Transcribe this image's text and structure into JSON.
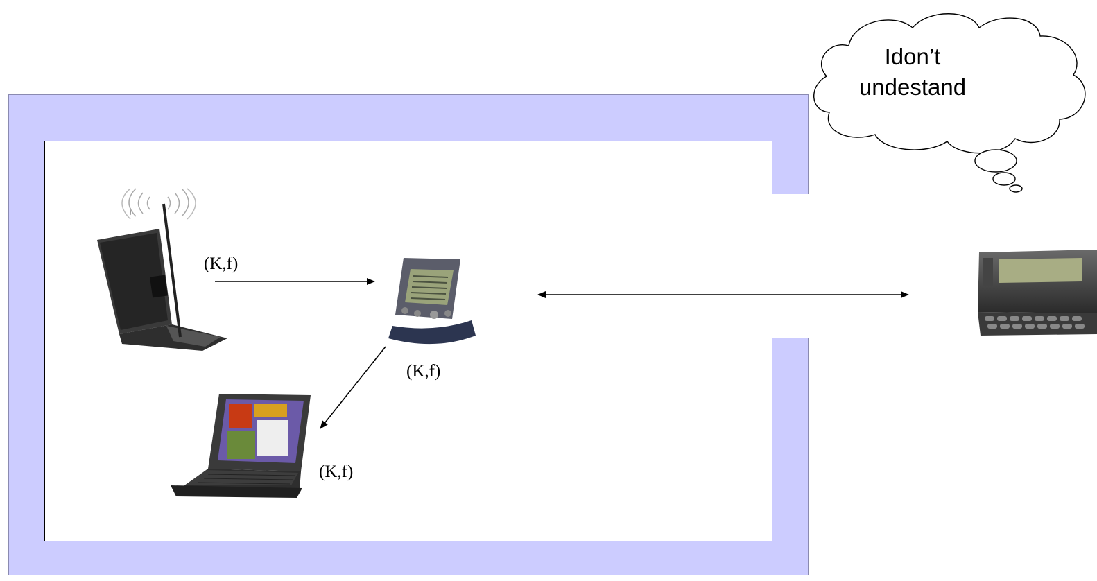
{
  "labels": {
    "kf_top": "(K,f)",
    "kf_middle": "(K,f)",
    "kf_bottom": "(K,f)"
  },
  "thought_bubble": {
    "line1": "Idon’t",
    "line2": "undestand"
  },
  "devices": [
    "wireless-tablet",
    "pda",
    "laptop",
    "communicator"
  ],
  "colors": {
    "outer_frame": "#ccccff",
    "inner_frame_border": "#000000",
    "arrow": "#000000"
  }
}
